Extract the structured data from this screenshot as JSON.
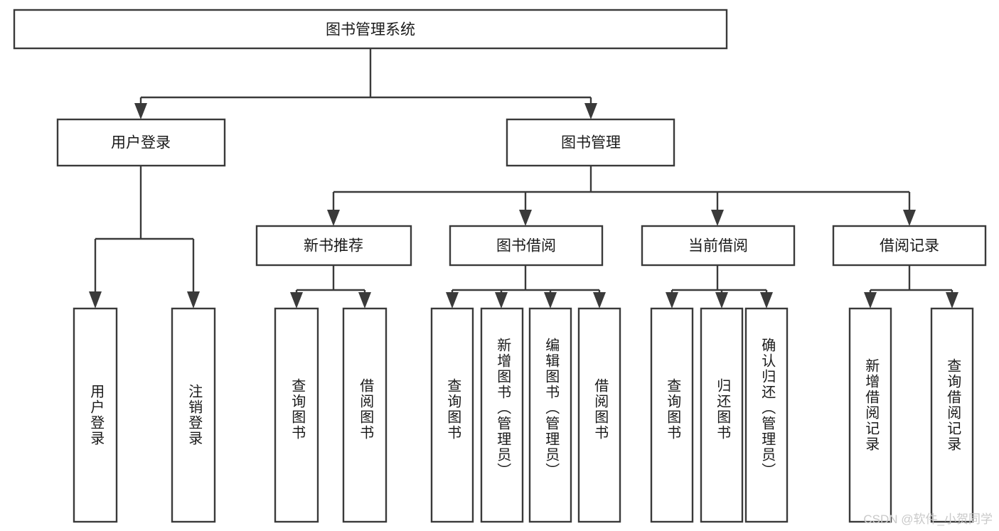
{
  "diagram": {
    "title": "图书管理系统",
    "type": "tree-hierarchy-chart",
    "colors": {
      "box_stroke": "#3a3a3a",
      "box_fill": "#ffffff",
      "connector": "#3a3a3a",
      "text": "#1a1a1a",
      "watermark": "#c9c9c9",
      "background": "#ffffff"
    },
    "root": {
      "label": "图书管理系统"
    },
    "level2": [
      {
        "label": "用户登录"
      },
      {
        "label": "图书管理"
      }
    ],
    "level3": [
      {
        "label": "新书推荐"
      },
      {
        "label": "图书借阅"
      },
      {
        "label": "当前借阅"
      },
      {
        "label": "借阅记录"
      }
    ],
    "leaves_user_login": [
      {
        "label": "用户登录"
      },
      {
        "label": "注销登录"
      }
    ],
    "leaves_new_book": [
      {
        "label": "查询图书"
      },
      {
        "label": "借阅图书"
      }
    ],
    "leaves_borrow": [
      {
        "label": "查询图书"
      },
      {
        "label": "新增图书（管理员）"
      },
      {
        "label": "编辑图书（管理员）"
      },
      {
        "label": "借阅图书"
      }
    ],
    "leaves_current": [
      {
        "label": "查询图书"
      },
      {
        "label": "归还图书"
      },
      {
        "label": "确认归还（管理员）"
      }
    ],
    "leaves_records": [
      {
        "label": "新增借阅记录"
      },
      {
        "label": "查询借阅记录"
      }
    ]
  },
  "watermark": {
    "text": "CSDN @软件_小贺同学"
  }
}
